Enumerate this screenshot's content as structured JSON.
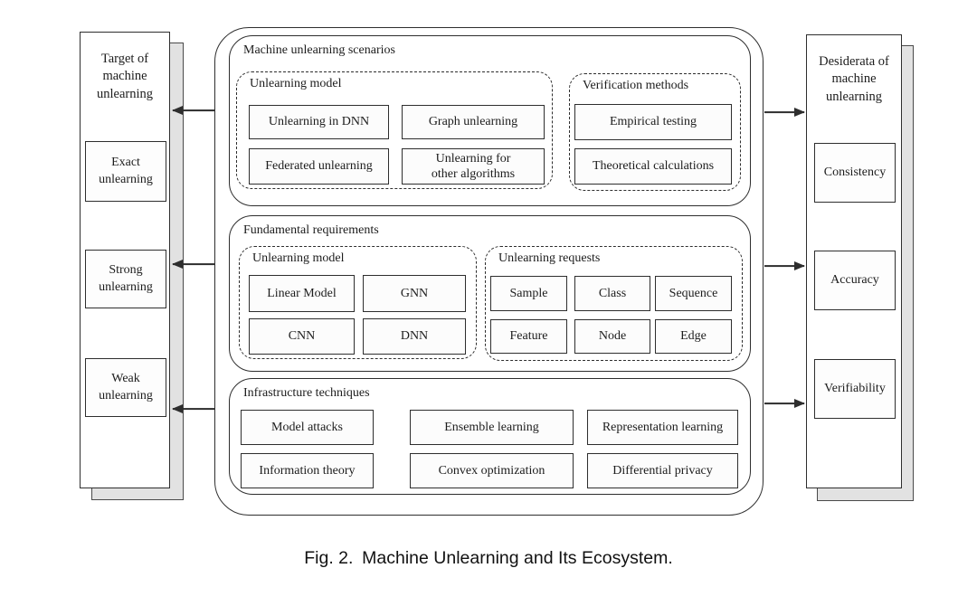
{
  "figure": {
    "caption": "Fig. 2. Machine Unlearning and Its Ecosystem."
  },
  "colors": {
    "border": "#2e2e2e",
    "panel_shadow": "#e2e2e2",
    "background": "#ffffff"
  },
  "left_panel": {
    "title": "Target of\nmachine\nunlearning",
    "items": [
      "Exact\nunlearning",
      "Strong\nunlearning",
      "Weak\nunlearning"
    ]
  },
  "right_panel": {
    "title": "Desiderata of\nmachine\nunlearning",
    "items": [
      "Consistency",
      "Accuracy",
      "Verifiability"
    ]
  },
  "scenarios": {
    "title": "Machine unlearning scenarios",
    "unlearning_model": {
      "title": "Unlearning model",
      "items": [
        "Unlearning in DNN",
        "Graph unlearning",
        "Federated unlearning",
        "Unlearning for\nother algorithms"
      ]
    },
    "verification_methods": {
      "title": "Verification methods",
      "items": [
        "Empirical testing",
        "Theoretical calculations"
      ]
    }
  },
  "requirements": {
    "title": "Fundamental requirements",
    "unlearning_model": {
      "title": "Unlearning model",
      "items": [
        "Linear Model",
        "GNN",
        "CNN",
        "DNN"
      ]
    },
    "unlearning_requests": {
      "title": "Unlearning requests",
      "items": [
        "Sample",
        "Class",
        "Sequence",
        "Feature",
        "Node",
        "Edge"
      ]
    }
  },
  "infrastructure": {
    "title": "Infrastructure techniques",
    "items": [
      "Model attacks",
      "Ensemble learning",
      "Representation learning",
      "Information theory",
      "Convex optimization",
      "Differential privacy"
    ]
  }
}
